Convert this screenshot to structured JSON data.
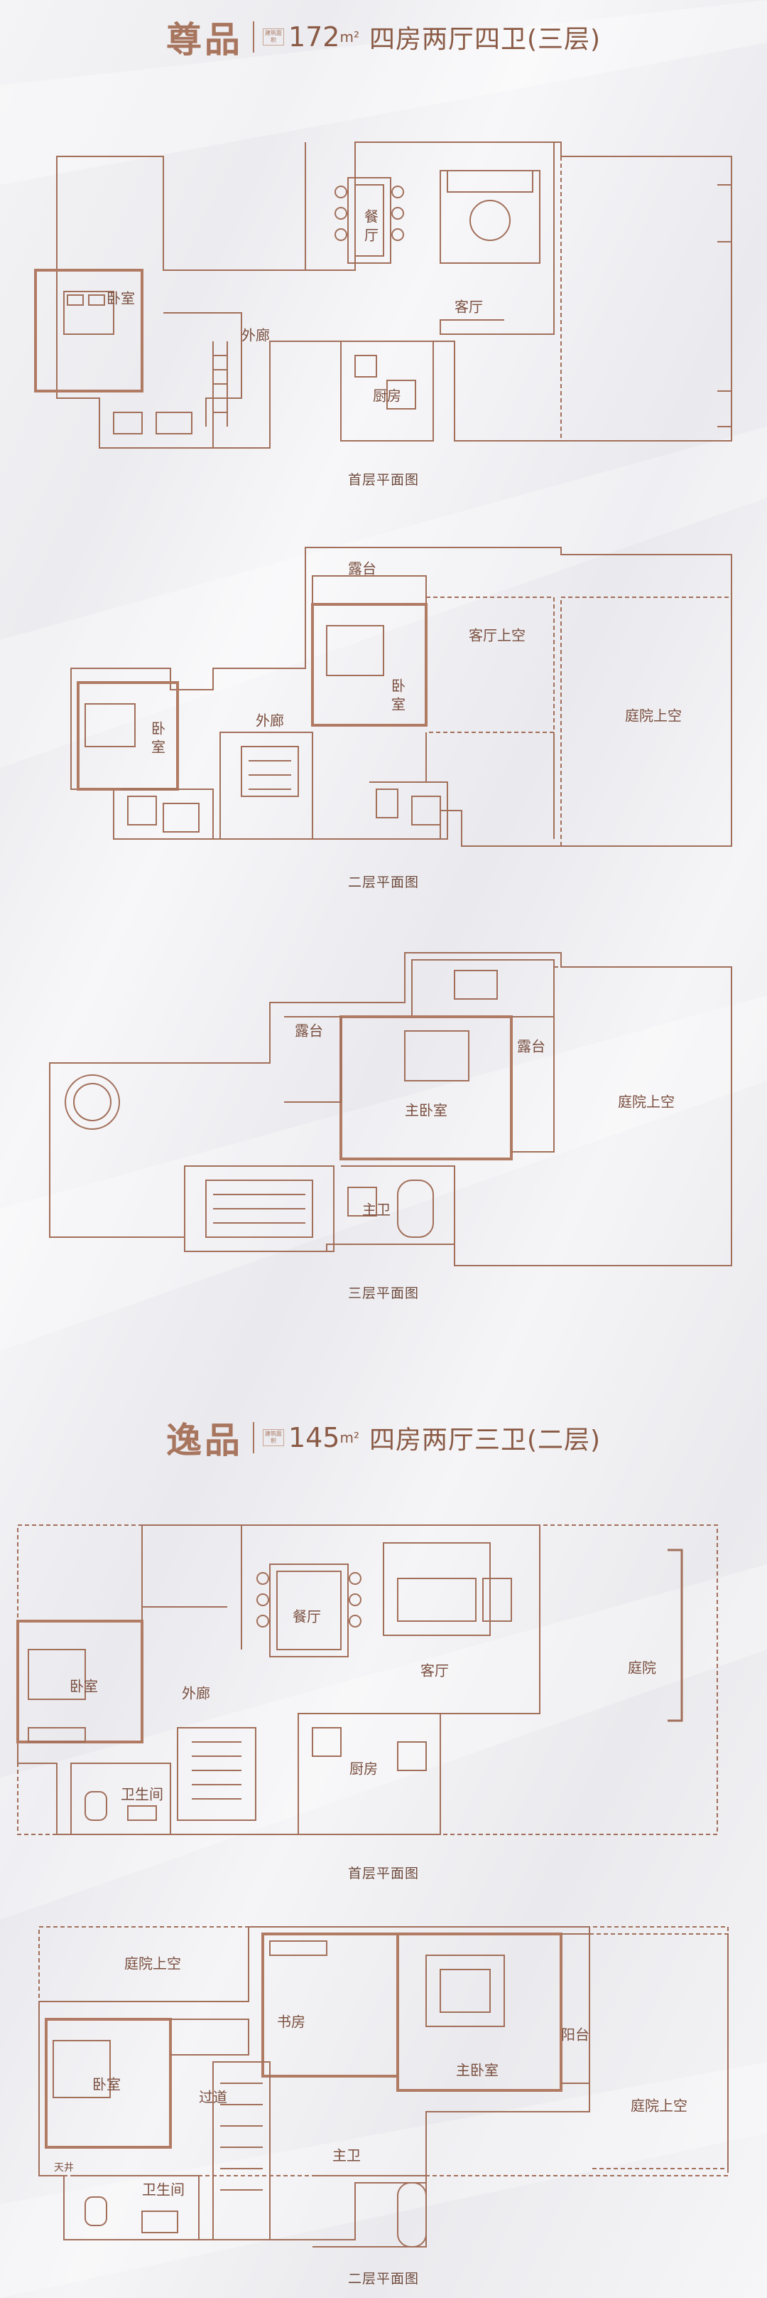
{
  "sections": [
    {
      "series": "尊品",
      "area_tag": "建筑面积",
      "area": "172",
      "area_unit": "m²",
      "layout": "四房两厅四卫(三层)",
      "floors": [
        {
          "caption": "首层平面图",
          "rooms": {
            "bedroom": "卧室",
            "corridor": "外廊",
            "dining": "餐厅",
            "living": "客厅",
            "kitchen": "厨房"
          }
        },
        {
          "caption": "二层平面图",
          "rooms": {
            "terrace": "露台",
            "living_void": "客厅上空",
            "bedroom_a": "卧室",
            "corridor": "外廊",
            "bedroom_b": "卧室",
            "courtyard_void": "庭院上空"
          }
        },
        {
          "caption": "三层平面图",
          "rooms": {
            "terrace_a": "露台",
            "terrace_b": "露台",
            "master_bedroom": "主卧室",
            "courtyard_void": "庭院上空",
            "master_bath": "主卫"
          }
        }
      ]
    },
    {
      "series": "逸品",
      "area_tag": "建筑面积",
      "area": "145",
      "area_unit": "m²",
      "layout": "四房两厅三卫(二层)",
      "floors": [
        {
          "caption": "首层平面图",
          "rooms": {
            "dining": "餐厅",
            "bedroom": "卧室",
            "corridor": "外廊",
            "living": "客厅",
            "courtyard": "庭院",
            "kitchen": "厨房",
            "bathroom": "卫生间"
          }
        },
        {
          "caption": "二层平面图",
          "rooms": {
            "courtyard_void_a": "庭院上空",
            "study": "书房",
            "balcony": "阳台",
            "bedroom": "卧室",
            "passage": "过道",
            "master_bedroom": "主卧室",
            "courtyard_void_b": "庭院上空",
            "master_bath": "主卫",
            "skywell": "天井",
            "bathroom": "卫生间"
          }
        }
      ]
    }
  ],
  "colors": {
    "line": "#a26f5a",
    "text": "#7a4e3e",
    "title": "#a8755e",
    "wall": "#b07a63"
  }
}
